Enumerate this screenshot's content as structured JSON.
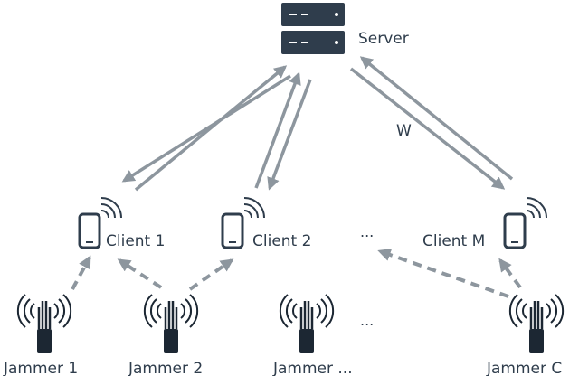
{
  "server": {
    "label": "Server",
    "icon": "server-icon"
  },
  "link_label": "W",
  "clients": [
    {
      "label": "Client 1",
      "icon": "phone-icon"
    },
    {
      "label": "Client 2",
      "icon": "phone-icon"
    },
    {
      "label": "Client M",
      "icon": "phone-icon"
    }
  ],
  "client_ellipsis": "...",
  "jammers": [
    {
      "label": "Jammer 1",
      "icon": "jammer-antenna-icon"
    },
    {
      "label": "Jammer 2",
      "icon": "jammer-antenna-icon"
    },
    {
      "label": "Jammer ...",
      "icon": "jammer-antenna-icon"
    },
    {
      "label": "Jammer C",
      "icon": "jammer-antenna-icon"
    }
  ],
  "jammer_ellipsis": "...",
  "colors": {
    "dark": "#2f3d4c",
    "arrow": "#8d969e",
    "jammer": "#1c2733",
    "white": "#ffffff"
  }
}
